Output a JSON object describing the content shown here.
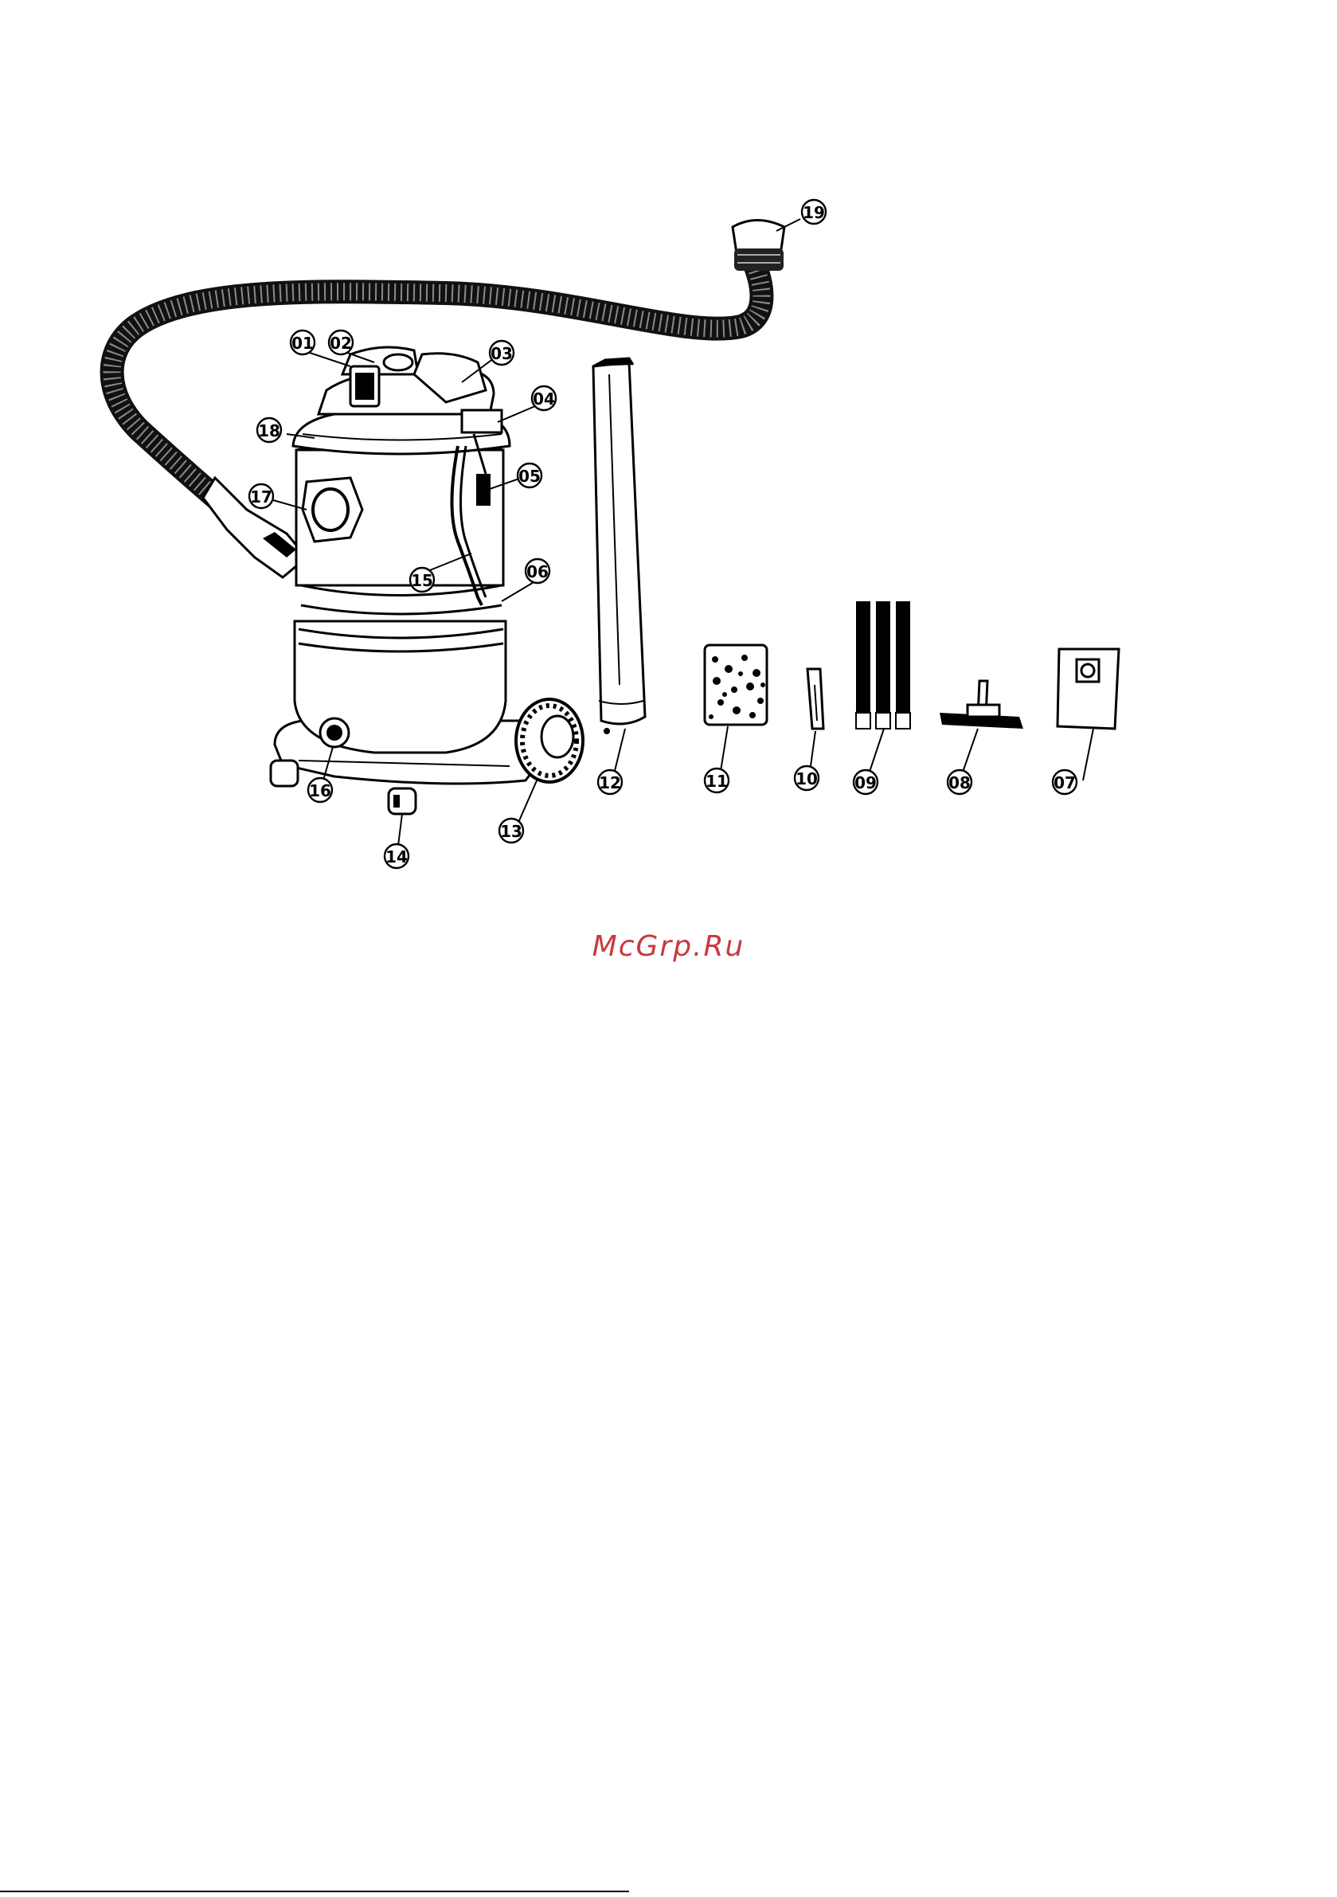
{
  "watermark": "McGrp.Ru",
  "callouts": [
    {
      "id": "01",
      "label": "01"
    },
    {
      "id": "02",
      "label": "02"
    },
    {
      "id": "03",
      "label": "03"
    },
    {
      "id": "04",
      "label": "04"
    },
    {
      "id": "05",
      "label": "05"
    },
    {
      "id": "06",
      "label": "06"
    },
    {
      "id": "07",
      "label": "07"
    },
    {
      "id": "08",
      "label": "08"
    },
    {
      "id": "09",
      "label": "09"
    },
    {
      "id": "10",
      "label": "10"
    },
    {
      "id": "11",
      "label": "11"
    },
    {
      "id": "12",
      "label": "12"
    },
    {
      "id": "13",
      "label": "13"
    },
    {
      "id": "14",
      "label": "14"
    },
    {
      "id": "15",
      "label": "15"
    },
    {
      "id": "16",
      "label": "16"
    },
    {
      "id": "17",
      "label": "17"
    },
    {
      "id": "18",
      "label": "18"
    },
    {
      "id": "19",
      "label": "19"
    }
  ]
}
